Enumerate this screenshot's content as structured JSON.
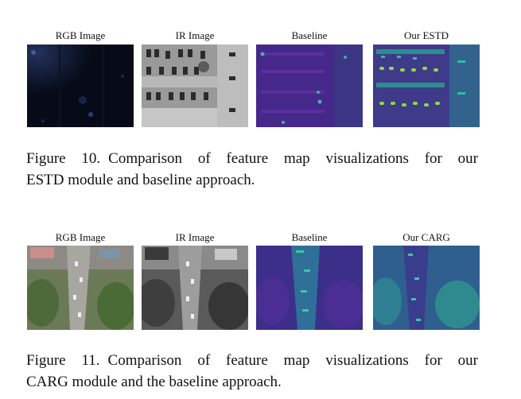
{
  "figures": [
    {
      "panels": [
        {
          "label": "RGB Image"
        },
        {
          "label": "IR Image"
        },
        {
          "label": "Baseline"
        },
        {
          "label": "Our ESTD"
        }
      ],
      "caption_number": "Figure 10.",
      "caption_line1": "Comparison of feature map visualizations for our",
      "caption_line2": "ESTD module and baseline approach."
    },
    {
      "panels": [
        {
          "label": "RGB Image"
        },
        {
          "label": "IR Image"
        },
        {
          "label": "Baseline"
        },
        {
          "label": "Our CARG"
        }
      ],
      "caption_number": "Figure 11.",
      "caption_line1": "Comparison of feature map visualizations for our",
      "caption_line2": "CARG module and the baseline approach."
    }
  ]
}
